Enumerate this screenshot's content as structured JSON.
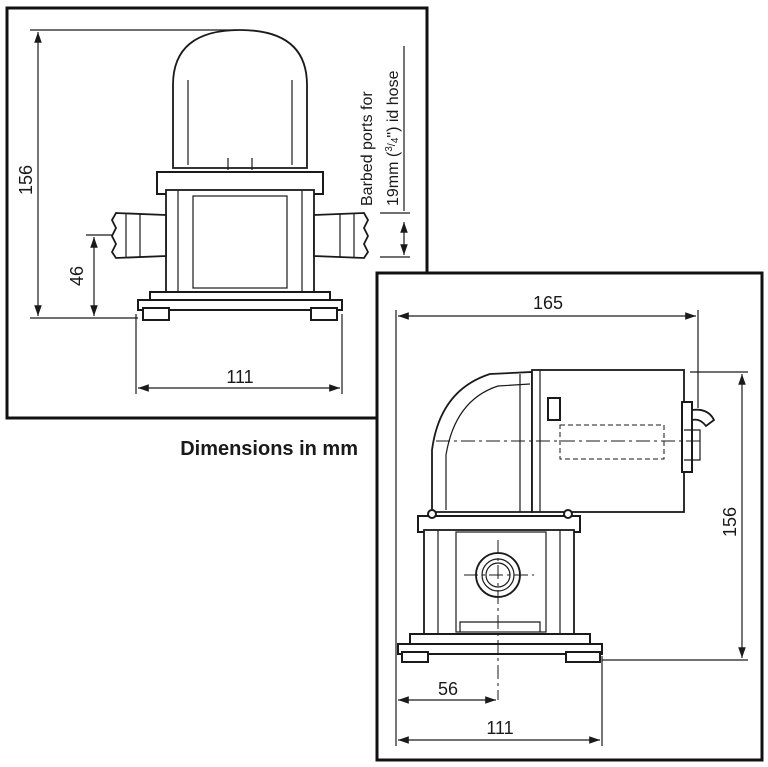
{
  "front_view": {
    "height_label": "156",
    "port_height_label": "46",
    "width_label": "111",
    "note_line1": "Barbed ports for",
    "note_line2_prefix": "19mm (",
    "note_fraction_num": "3",
    "note_fraction_den": "4",
    "note_line2_suffix": "\") id hose"
  },
  "side_view": {
    "length_label": "165",
    "height_label": "156",
    "port_offset_label": "56",
    "width_label": "111"
  },
  "caption": "Dimensions in mm"
}
